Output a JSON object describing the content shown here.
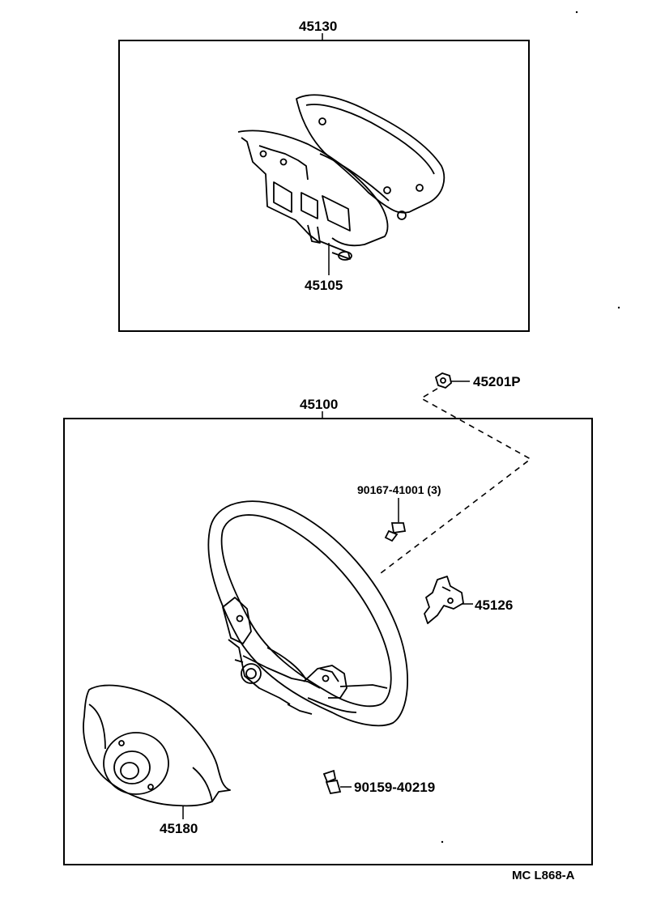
{
  "diagram": {
    "callouts": {
      "p45130": "45130",
      "p45105": "45105",
      "p45201p": "45201P",
      "p45100": "45100",
      "p90167": "90167-41001 (3)",
      "p45126": "45126",
      "p90159": "90159-40219",
      "p45180": "45180"
    },
    "figure_code": "MC L868-A",
    "colors": {
      "ink": "#000000",
      "paper": "#ffffff"
    }
  }
}
